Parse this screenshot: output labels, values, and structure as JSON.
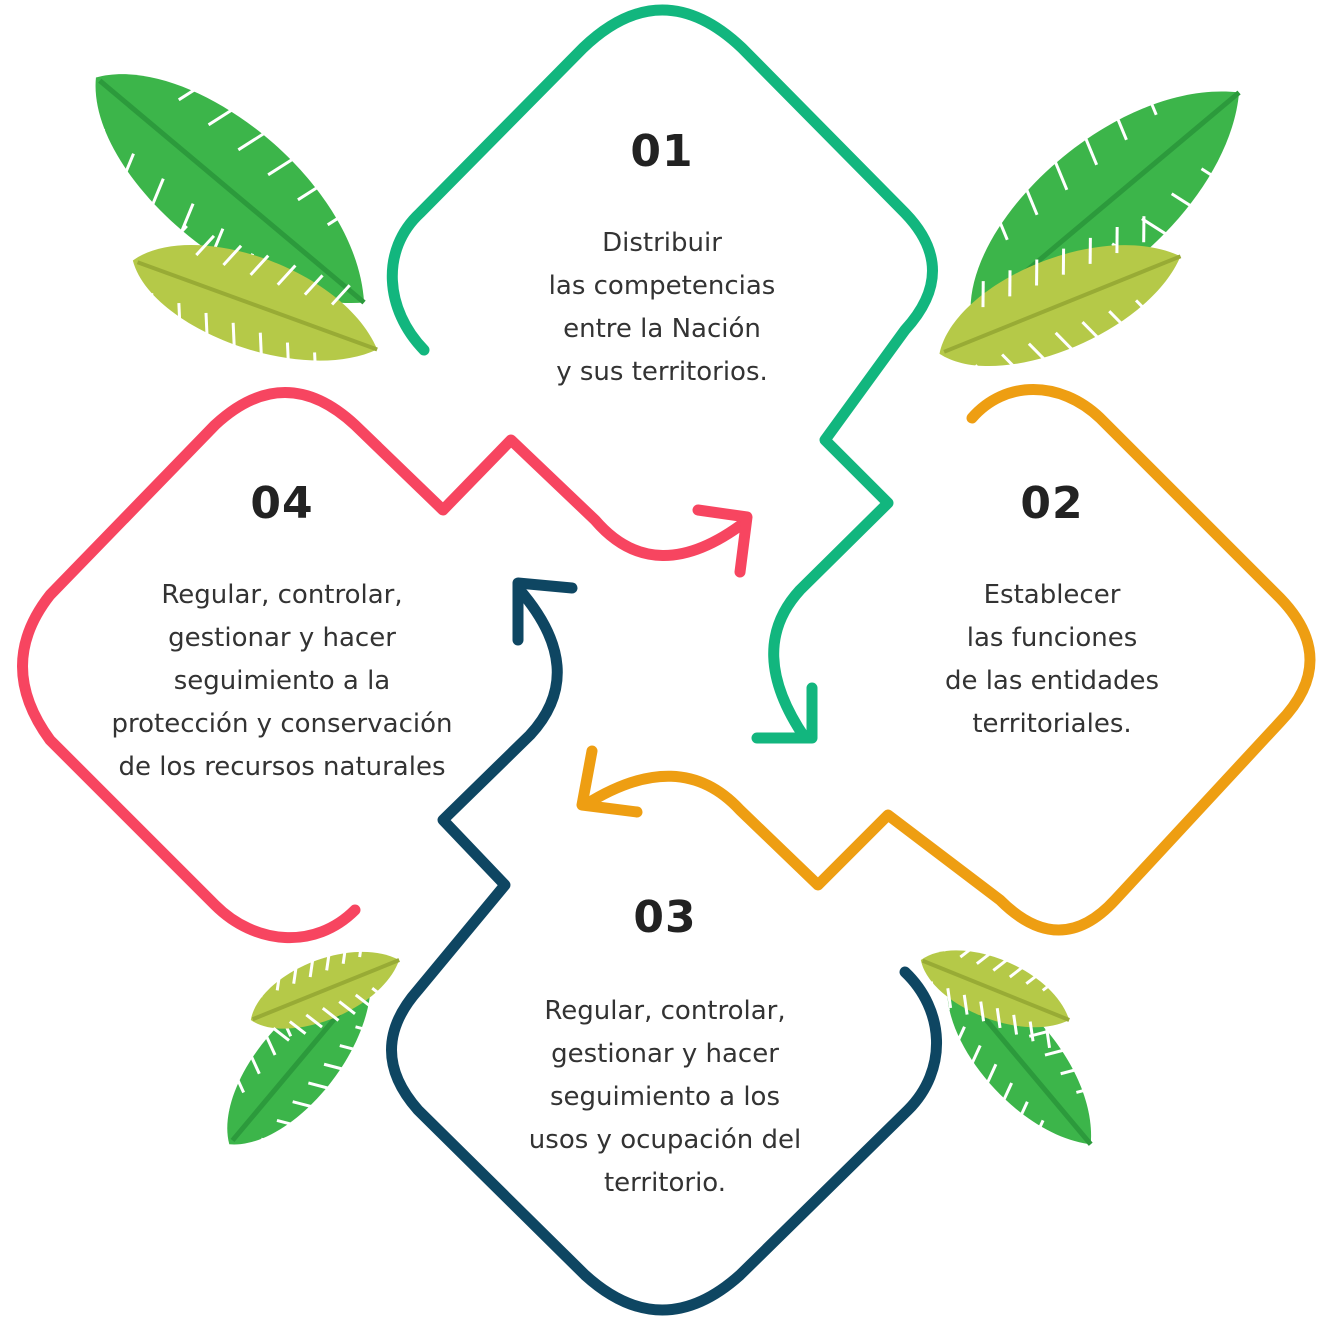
{
  "steps": [
    {
      "number": "01",
      "lines": [
        "Distribuir",
        "las competencias",
        "entre la Nación",
        "y sus territorios."
      ],
      "color": "#12b67e"
    },
    {
      "number": "02",
      "lines": [
        "Establecer",
        "las funciones",
        "de las entidades",
        "territoriales."
      ],
      "color": "#ee9e12"
    },
    {
      "number": "03",
      "lines": [
        "Regular, controlar,",
        "gestionar y hacer",
        "seguimiento a los",
        "usos y ocupación del",
        "territorio."
      ],
      "color": "#0e4662"
    },
    {
      "number": "04",
      "lines": [
        "Regular, controlar,",
        "gestionar y hacer",
        "seguimiento a la",
        "protección y conservación",
        "de los recursos naturales"
      ],
      "color": "#f74560"
    }
  ],
  "decorations": {
    "leaf_dark": "#3cb54a",
    "leaf_light": "#b5c948",
    "leaf_vein": "#2c9a3c"
  }
}
